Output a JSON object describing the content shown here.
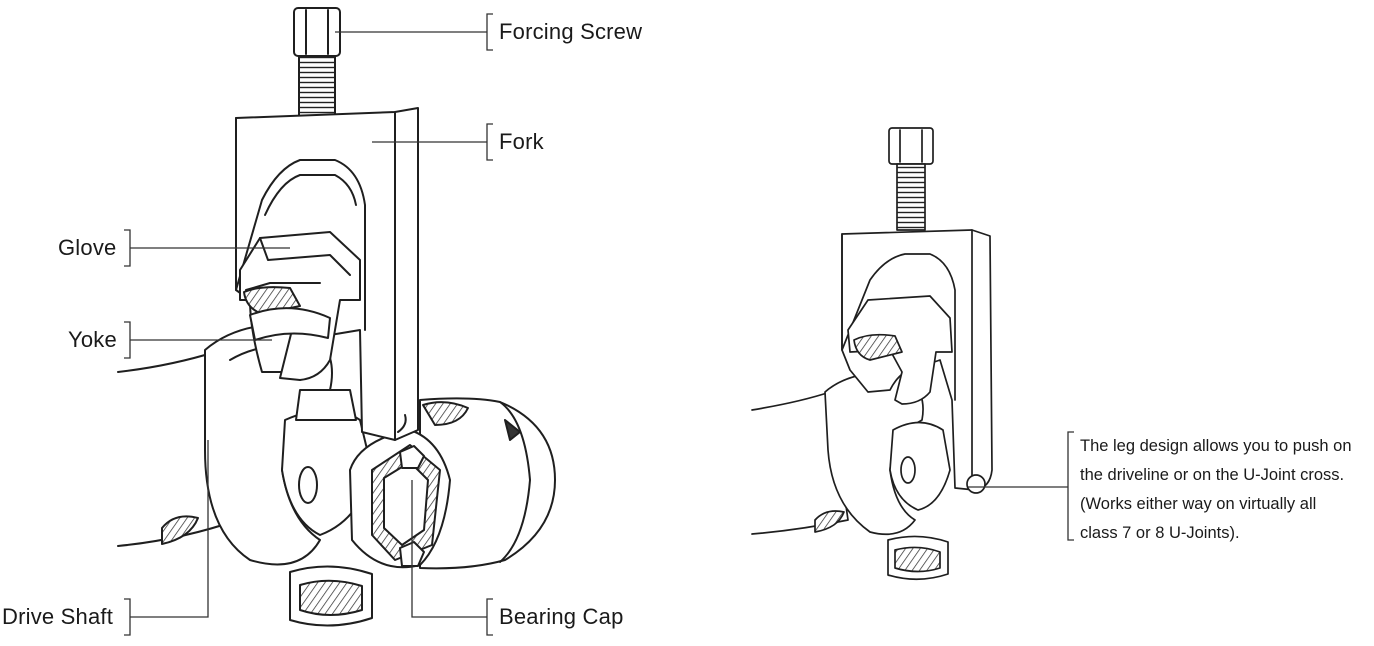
{
  "labels": {
    "forcing_screw": "Forcing Screw",
    "fork": "Fork",
    "glove": "Glove",
    "yoke": "Yoke",
    "drive_shaft": "Drive Shaft",
    "bearing_cap": "Bearing Cap"
  },
  "note": {
    "lines": [
      "The leg design allows you to push on",
      "the driveline or on the U-Joint cross.",
      "(Works either way on virtually all",
      "class 7 or 8  U-Joints)."
    ]
  }
}
